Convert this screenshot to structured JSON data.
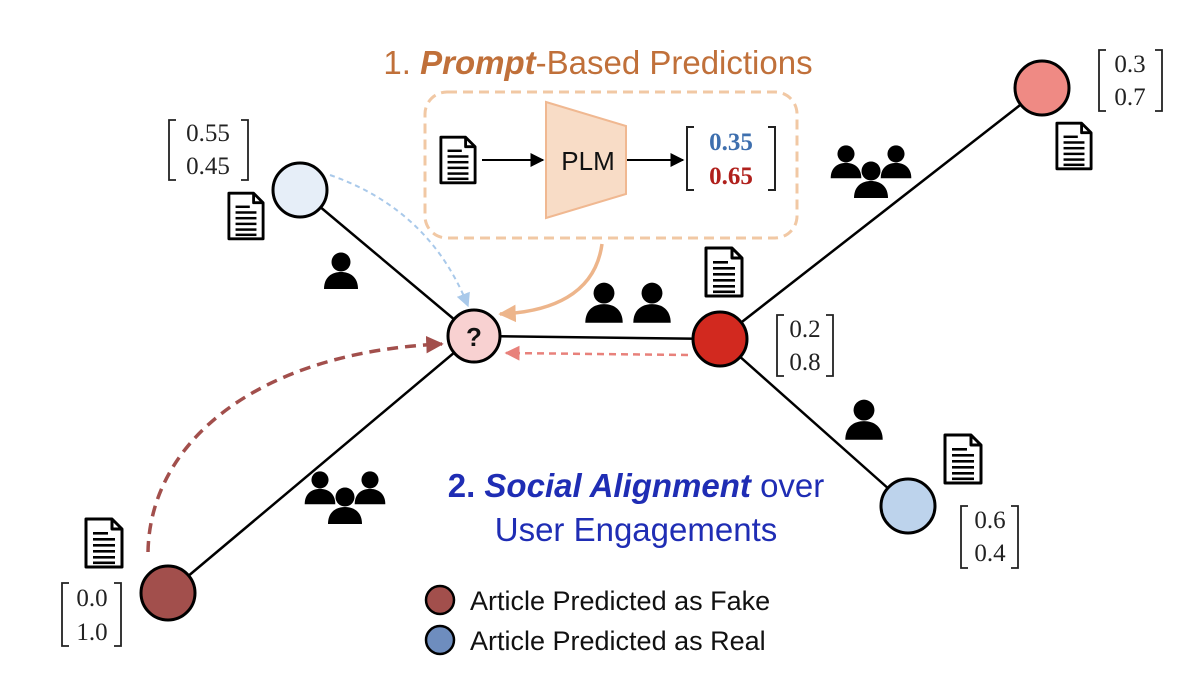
{
  "titles": {
    "prompt": {
      "num": "1. ",
      "emph": "Prompt",
      "rest": "-Based Predictions"
    },
    "social": {
      "num": "2. ",
      "emph": "Social Alignment",
      "rest": " over",
      "line2": "User Engagements"
    }
  },
  "plm": {
    "label": "PLM",
    "output": [
      "0.35",
      "0.65"
    ],
    "output_colors": [
      "#3E6FAE",
      "#B0201C"
    ]
  },
  "center_node": {
    "label": "?"
  },
  "nodes": [
    {
      "id": "top-left",
      "vector": [
        "0.55",
        "0.45"
      ],
      "prediction": "Real",
      "color": "#E6EEF8"
    },
    {
      "id": "top-right",
      "vector": [
        "0.3",
        "0.7"
      ],
      "prediction": "Fake",
      "color": "#EF8A84"
    },
    {
      "id": "mid-right",
      "vector": [
        "0.2",
        "0.8"
      ],
      "prediction": "Fake",
      "color": "#D2291F"
    },
    {
      "id": "bottom-right",
      "vector": [
        "0.6",
        "0.4"
      ],
      "prediction": "Real",
      "color": "#BDD3EC"
    },
    {
      "id": "bottom-left",
      "vector": [
        "0.0",
        "1.0"
      ],
      "prediction": "Fake",
      "color": "#A24F4C"
    }
  ],
  "legend": {
    "items": [
      {
        "label": "Article Predicted as Fake",
        "color": "#A24F4C"
      },
      {
        "label": "Article Predicted as Real",
        "color": "#6E8DBE"
      }
    ]
  },
  "icons": {
    "document": "document-icon",
    "single_user": "user-icon",
    "two_users": "two-users-icon",
    "three_users": "three-users-icon"
  }
}
